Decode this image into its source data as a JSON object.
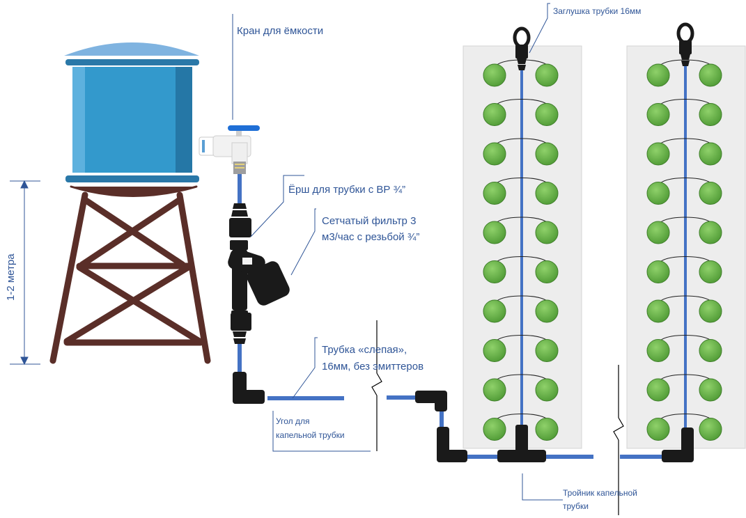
{
  "labels": {
    "tap": "Кран для ёмкости",
    "barb_line1": "Ёрш для трубки с ВР ¾”",
    "filter_line1": "Сетчатый фильтр 3",
    "filter_line2": "м3/час с резьбой ¾”",
    "blind_line1": "Трубка «слепая»,",
    "blind_line2": "16мм, без эмиттеров",
    "elbow_line1": "Угол для",
    "elbow_line2": "капельной трубки",
    "plug": "Заглушка трубки 16мм",
    "tee_line1": "Тройник капельной",
    "tee_line2": "трубки",
    "height": "1-2 метра"
  },
  "colors": {
    "pipe": "#4472c4",
    "label": "#2f5597",
    "tank": "#3399cc",
    "tower": "#5a2e28",
    "bed": "#ededed",
    "plant": "#6ab04c",
    "fitting": "#1a1a1a"
  },
  "beds": {
    "count": 2,
    "plant_rows": 10,
    "plants_per_row": 2
  }
}
